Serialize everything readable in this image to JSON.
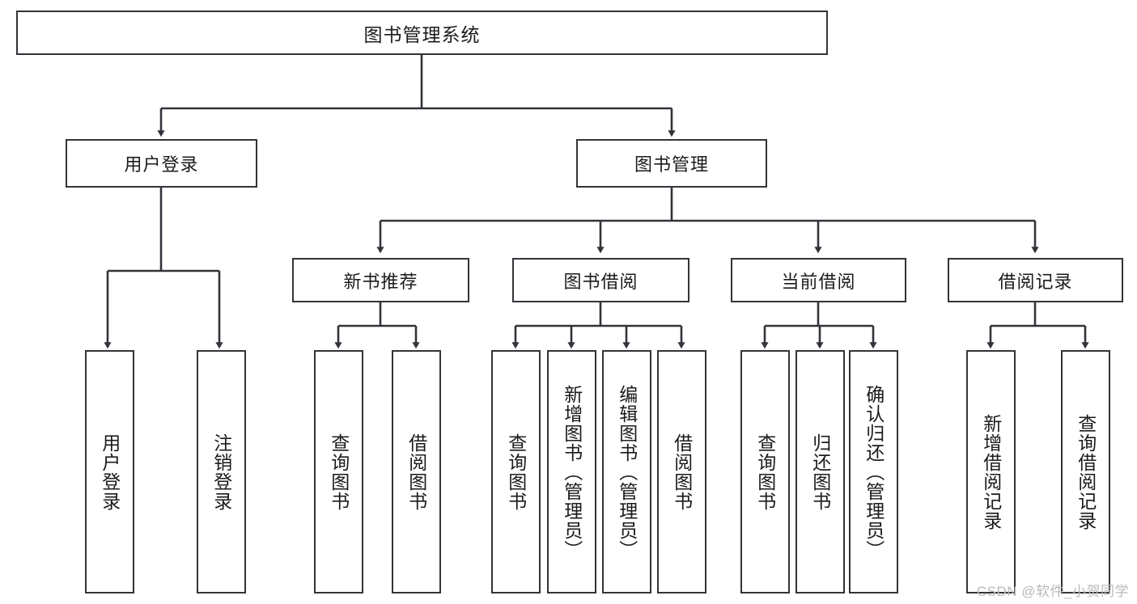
{
  "diagram": {
    "title": "图书管理系统",
    "watermark": "CSDN @软件_小贺同学",
    "stroke_color": "#33333a",
    "background_color": "#ffffff",
    "level1": [
      {
        "id": "user-login",
        "label": "用户登录"
      },
      {
        "id": "book-manage",
        "label": "图书管理"
      }
    ],
    "level2": [
      {
        "id": "new-book-recommend",
        "label": "新书推荐"
      },
      {
        "id": "book-borrow",
        "label": "图书借阅"
      },
      {
        "id": "current-borrow",
        "label": "当前借阅"
      },
      {
        "id": "borrow-record",
        "label": "借阅记录"
      }
    ],
    "leaves": {
      "user_login": [
        {
          "id": "leaf-user-login",
          "label": "用户登录"
        },
        {
          "id": "leaf-user-logout",
          "label": "注销登录"
        }
      ],
      "new_book_recommend": [
        {
          "id": "leaf-query-book-1",
          "label": "查询图书"
        },
        {
          "id": "leaf-borrow-book-1",
          "label": "借阅图书"
        }
      ],
      "book_borrow": [
        {
          "id": "leaf-query-book-2",
          "label": "查询图书"
        },
        {
          "id": "leaf-add-book",
          "label": "新增图书（管理员）"
        },
        {
          "id": "leaf-edit-book",
          "label": "编辑图书（管理员）"
        },
        {
          "id": "leaf-borrow-book-2",
          "label": "借阅图书"
        }
      ],
      "current_borrow": [
        {
          "id": "leaf-query-book-3",
          "label": "查询图书"
        },
        {
          "id": "leaf-return-book",
          "label": "归还图书"
        },
        {
          "id": "leaf-confirm-return",
          "label": "确认归还（管理员）"
        }
      ],
      "borrow_record": [
        {
          "id": "leaf-add-record",
          "label": "新增借阅记录"
        },
        {
          "id": "leaf-query-record",
          "label": "查询借阅记录"
        }
      ]
    }
  }
}
